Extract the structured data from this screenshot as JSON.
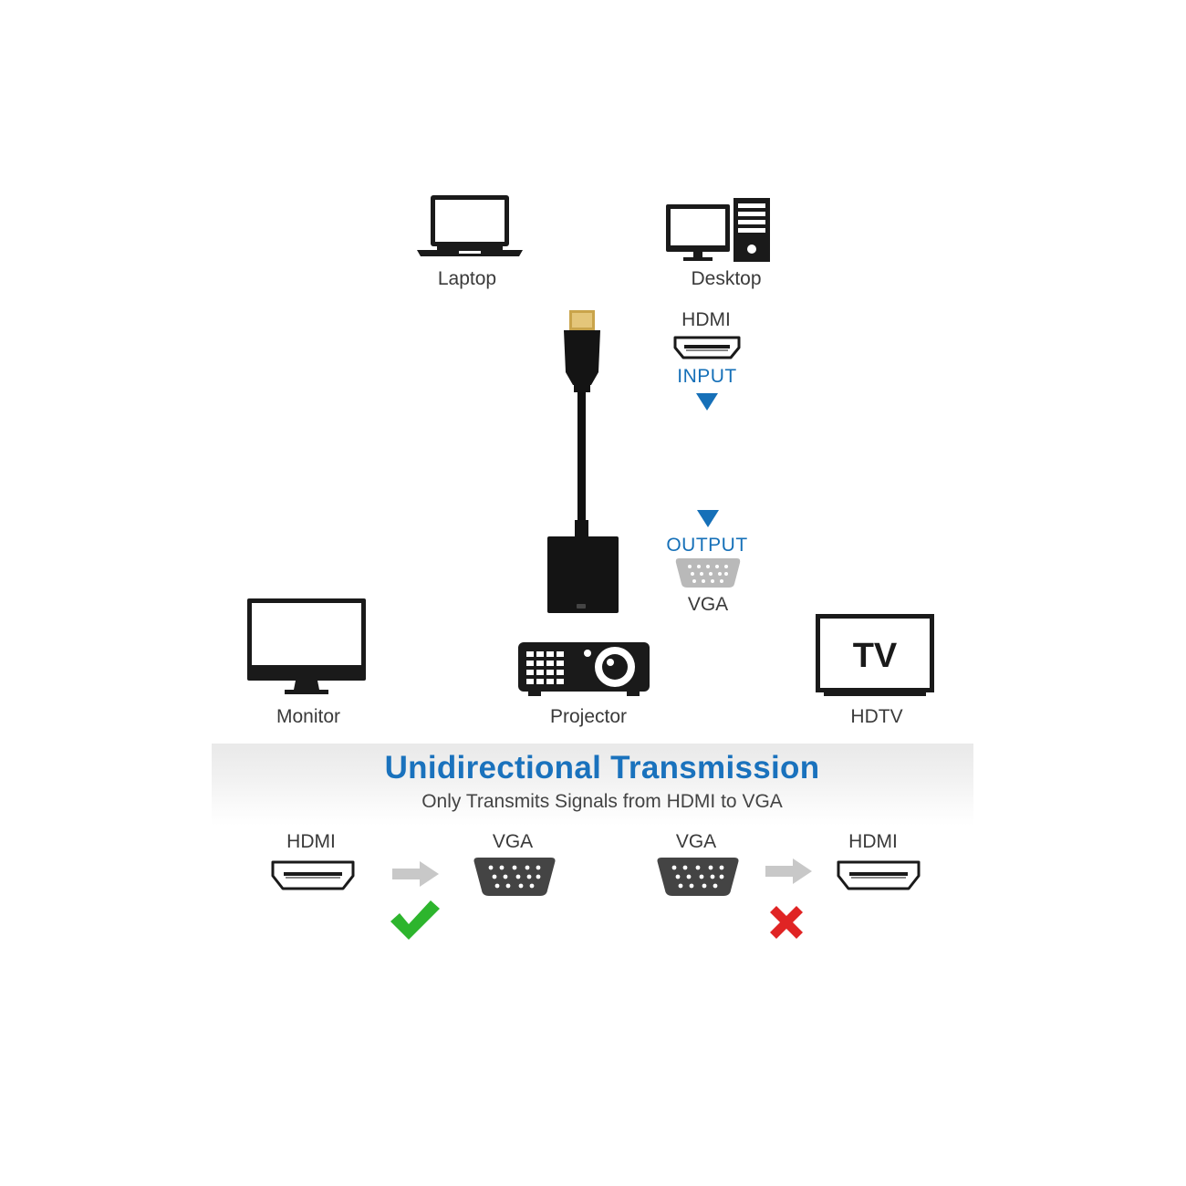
{
  "devices": {
    "laptop_label": "Laptop",
    "desktop_label": "Desktop",
    "monitor_label": "Monitor",
    "projector_label": "Projector",
    "hdtv_label": "HDTV",
    "tv_screen_text": "TV"
  },
  "adapter": {
    "input_port_label": "HDMI",
    "input_label": "INPUT",
    "output_label": "OUTPUT",
    "output_port_label": "VGA"
  },
  "banner": {
    "title": "Unidirectional Transmission",
    "subtitle": "Only Transmits Signals from HDMI to VGA"
  },
  "directions": {
    "supported": {
      "from": "HDMI",
      "to": "VGA",
      "status_icon": "check-icon"
    },
    "unsupported": {
      "from": "VGA",
      "to": "HDMI",
      "status_icon": "cross-icon"
    }
  },
  "colors": {
    "accent_blue": "#1670b8",
    "check_green": "#2db52d",
    "cross_red": "#e02424",
    "arrow_gray": "#c8c8c8",
    "device_black": "#1a1a1a"
  }
}
